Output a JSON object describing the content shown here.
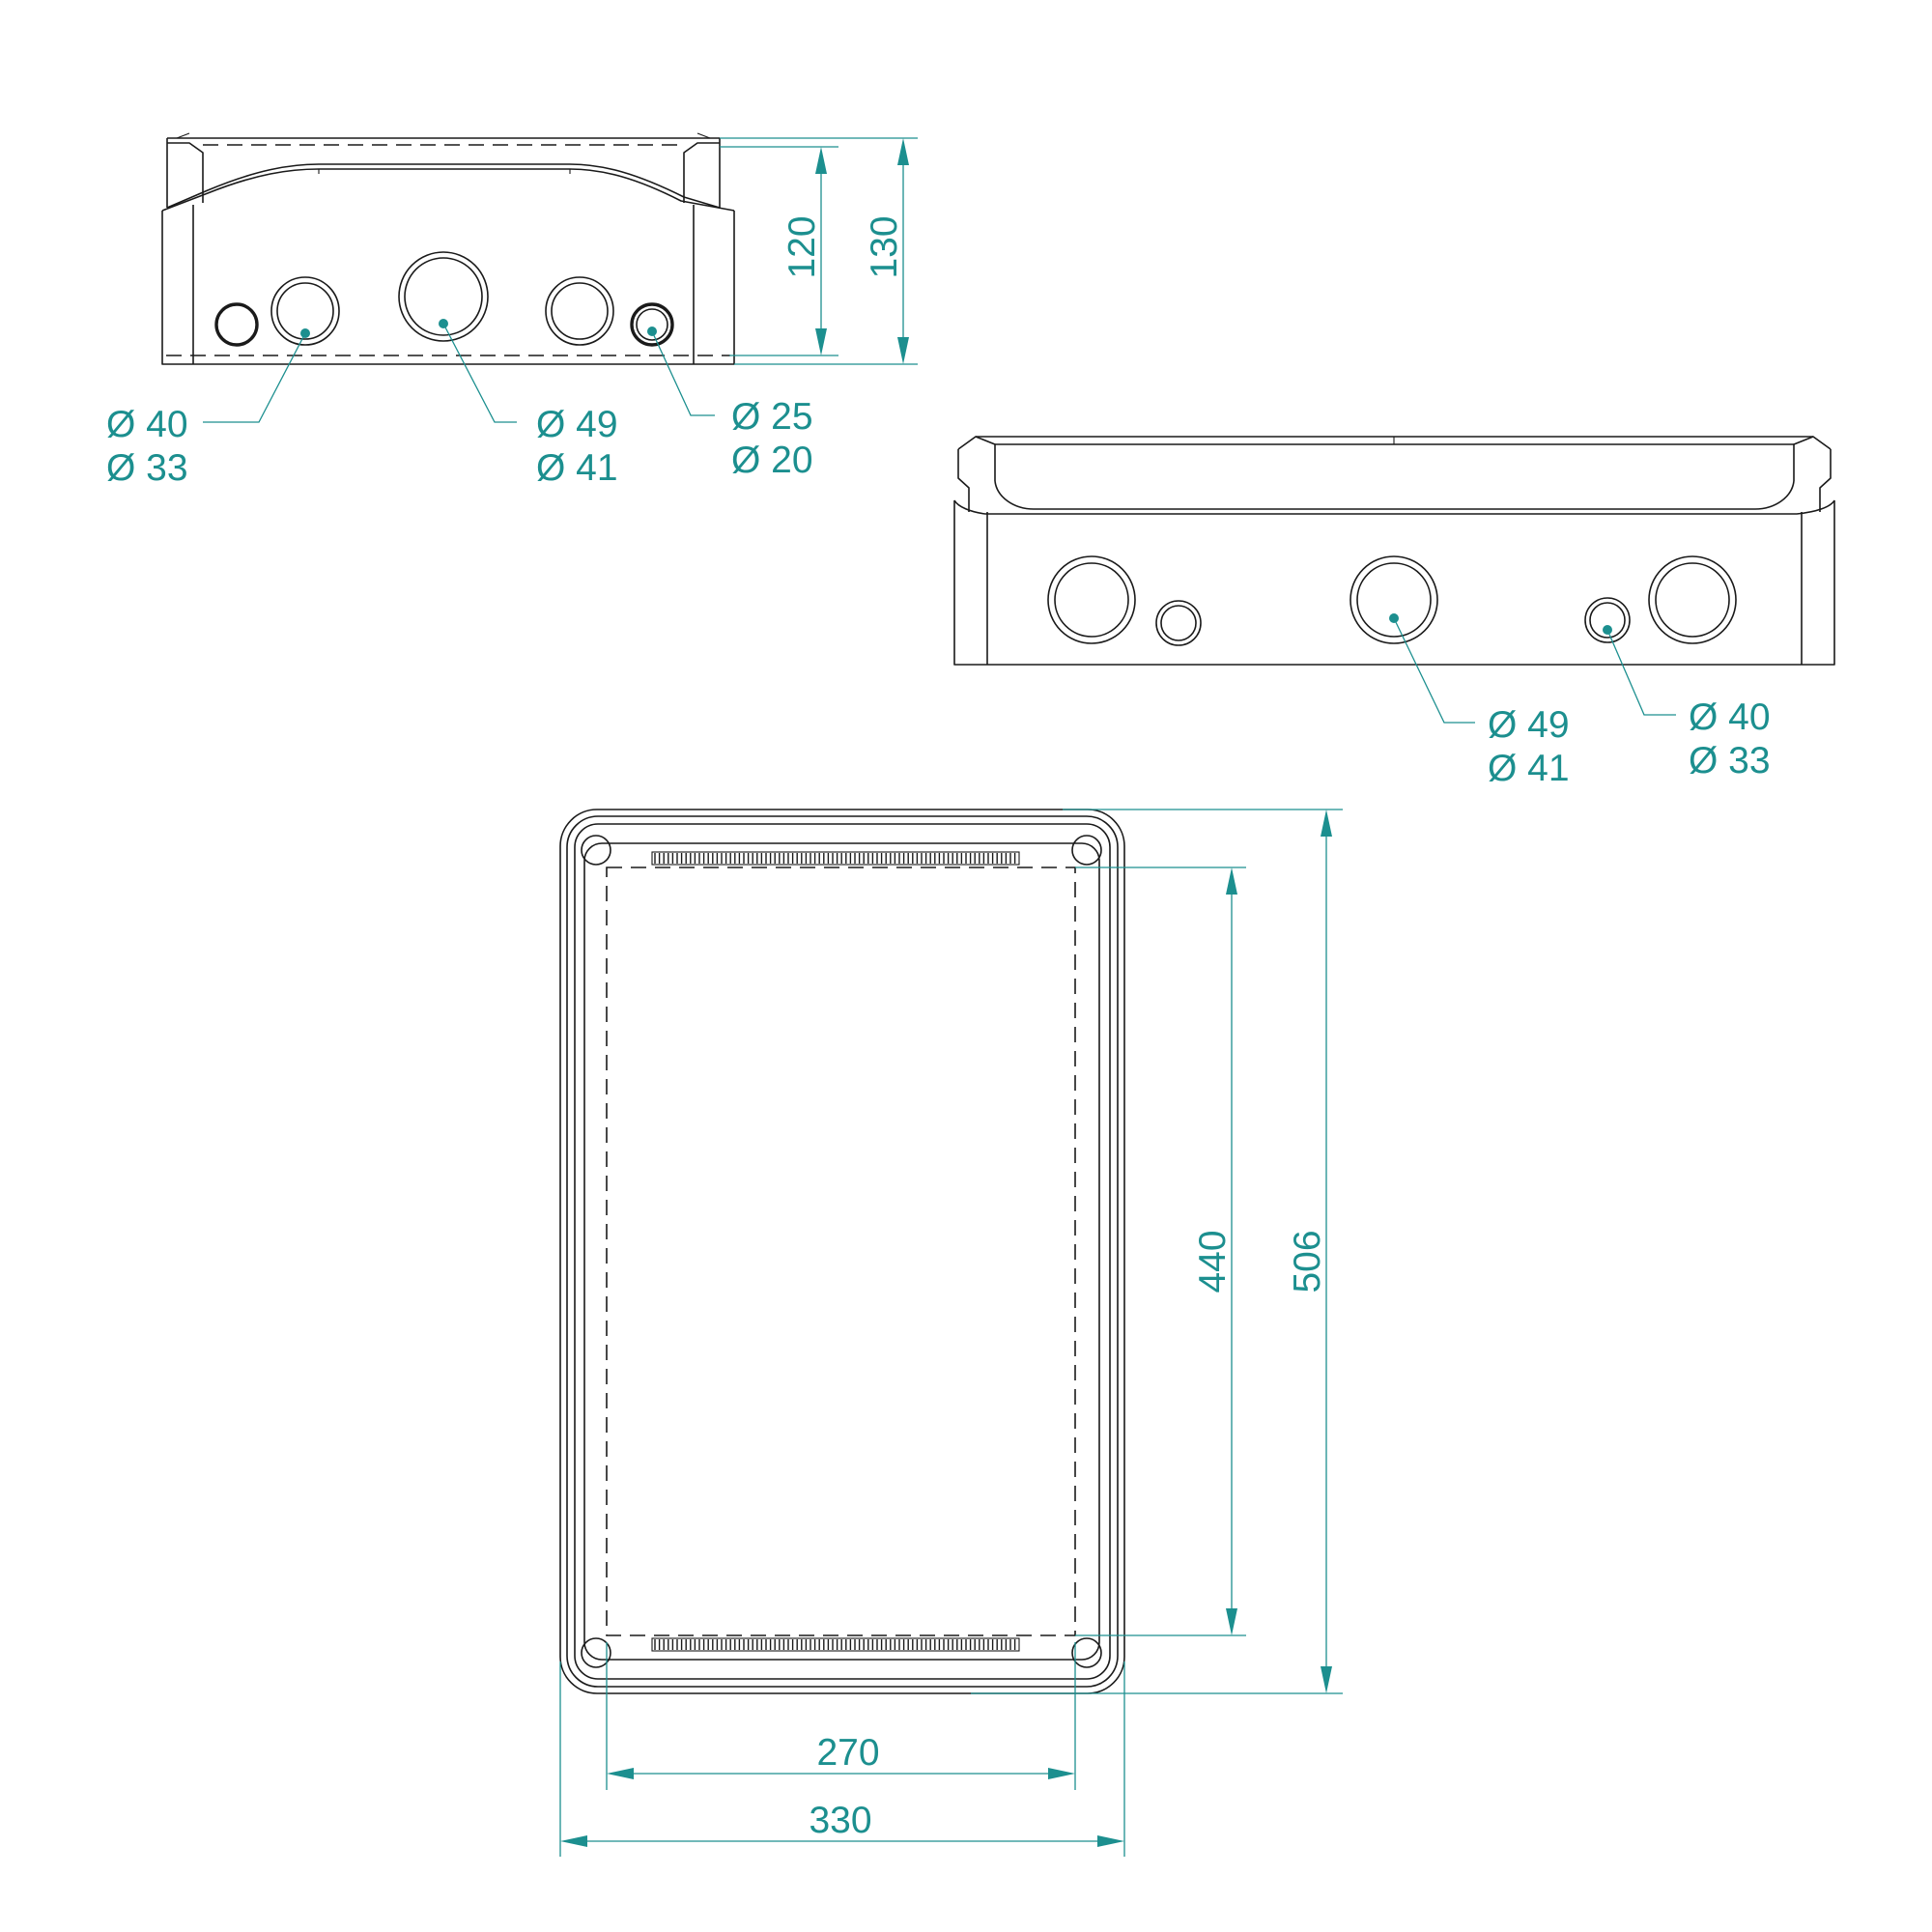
{
  "colors": {
    "dimension": "#1c8f8f",
    "outline": "#1a1a1a",
    "background": "#ffffff"
  },
  "front_view": {
    "height_inner": "120",
    "height_total": "130",
    "callout_left": {
      "line1": "Ø 40",
      "line2": "Ø 33"
    },
    "callout_center": {
      "line1": "Ø 49",
      "line2": "Ø 41"
    },
    "callout_right": {
      "line1": "Ø 25",
      "line2": "Ø 20"
    }
  },
  "side_view": {
    "callout_center": {
      "line1": "Ø 49",
      "line2": "Ø 41"
    },
    "callout_right": {
      "line1": "Ø 40",
      "line2": "Ø 33"
    }
  },
  "top_view": {
    "inner_height": "440",
    "outer_height": "506",
    "inner_width": "270",
    "outer_width": "330"
  }
}
